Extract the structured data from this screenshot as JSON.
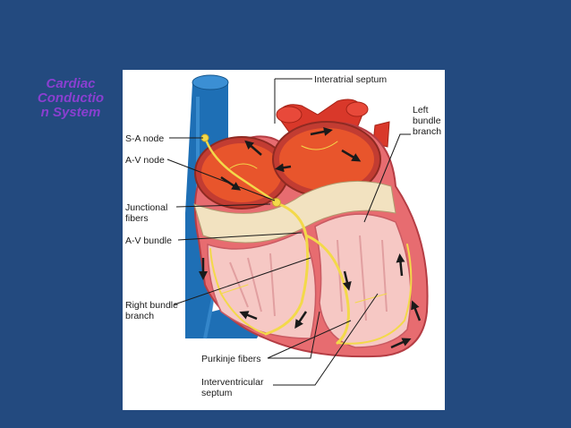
{
  "title_lines": [
    "Cardiac",
    "Conductio",
    "n System"
  ],
  "labels": {
    "interatrial_septum": "Interatrial septum",
    "left_bundle_branch": [
      "Left",
      "bundle",
      "branch"
    ],
    "sa_node": "S-A node",
    "av_node": "A-V node",
    "junctional_fibers": [
      "Junctional",
      "fibers"
    ],
    "av_bundle": "A-V bundle",
    "right_bundle_branch": [
      "Right bundle",
      "branch"
    ],
    "purkinje_fibers": "Purkinje fibers",
    "interventricular_septum": [
      "Interventricular",
      "septum"
    ]
  },
  "colors": {
    "background": "#234a7f",
    "title": "#8a3fd0",
    "vena_cava": "#1e6fb5",
    "myocardium": "#e76c70",
    "chamber": "#f6c8c4",
    "atrium_inner": "#e8552c",
    "conduction": "#f3d94a"
  }
}
